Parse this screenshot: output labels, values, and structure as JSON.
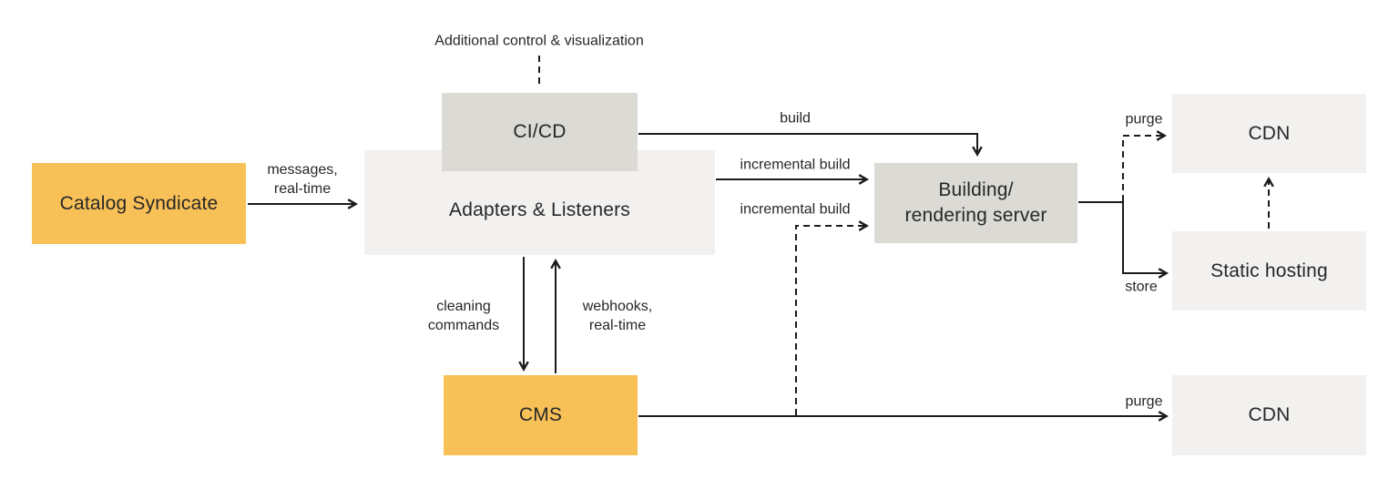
{
  "colors": {
    "background": "#FFFFFF",
    "node_orange": "#F8C158",
    "node_light_gray": "#F2F1EF",
    "node_dark_gray": "#DCDAD4",
    "line": "#1B1B1B",
    "text": "#272727"
  },
  "nodes": {
    "catalog_syndicate": "Catalog Syndicate",
    "ci_cd": "CI/CD",
    "adapters_listeners": "Adapters & Listeners",
    "building_rendering_server": "Building/\nrendering server",
    "cms": "CMS",
    "cdn_top": "CDN",
    "static_hosting": "Static hosting",
    "cdn_bottom": "CDN"
  },
  "edge_labels": {
    "additional_control": "Additional control & visualization",
    "messages_real_time": "messages,\nreal-time",
    "build": "build",
    "incremental_build_top": "incremental build",
    "incremental_build_bottom": "incremental build",
    "cleaning_commands": "cleaning\ncommands",
    "webhooks_real_time": "webhooks,\nreal-time",
    "purge_top": "purge",
    "store": "store",
    "purge_bottom": "purge"
  }
}
